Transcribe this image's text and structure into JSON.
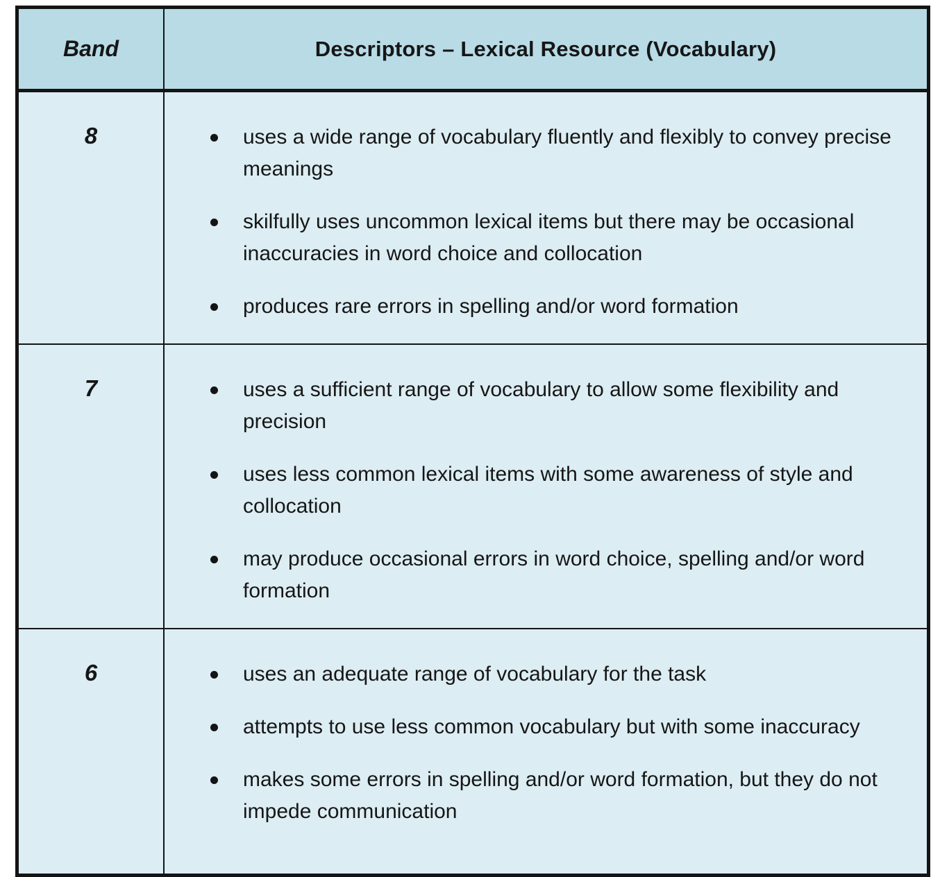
{
  "table": {
    "header": {
      "band_label": "Band",
      "descriptors_label": "Descriptors – Lexical Resource (Vocabulary)"
    },
    "rows": [
      {
        "band": "8",
        "bullets": [
          "uses a wide range of vocabulary fluently and flexibly to convey precise meanings",
          "skilfully uses uncommon lexical items but there may be occasional inaccuracies in word choice and collocation",
          "produces rare errors in spelling and/or word formation"
        ]
      },
      {
        "band": "7",
        "bullets": [
          "uses a sufficient range of vocabulary to allow some flexibility and precision",
          "uses less common lexical items with some awareness of style and collocation",
          "may produce occasional errors in word choice, spelling and/or word formation"
        ]
      },
      {
        "band": "6",
        "bullets": [
          "uses an adequate range of vocabulary for the task",
          "attempts to use less common vocabulary but with some inaccuracy",
          "makes some errors in spelling and/or word formation, but they do not impede communication"
        ]
      }
    ],
    "colors": {
      "header_bg": "#b8dbe6",
      "body_bg": "#dcedf3",
      "border": "#141414",
      "text": "#161616"
    }
  }
}
